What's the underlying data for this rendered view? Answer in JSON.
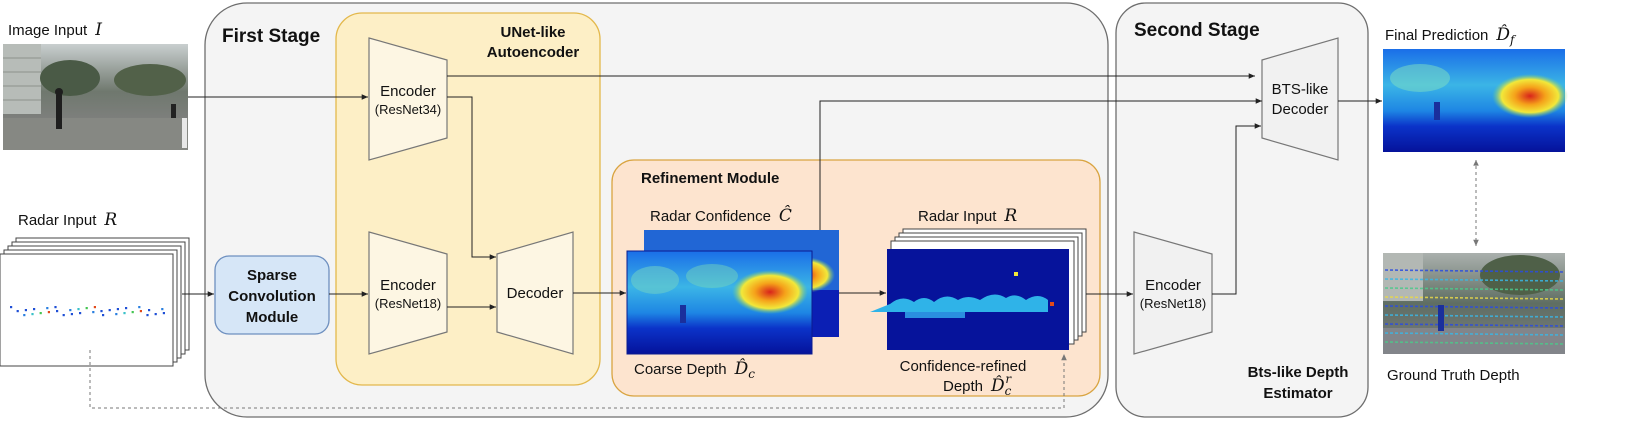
{
  "inputs": {
    "image_label": "Image Input",
    "image_symbol": "I",
    "radar_label": "Radar Input",
    "radar_symbol": "R"
  },
  "first_stage": {
    "title": "First Stage",
    "autoencoder_title_line1": "UNet-like",
    "autoencoder_title_line2": "Autoencoder",
    "encoder_img_line1": "Encoder",
    "encoder_img_line2": "(ResNet34)",
    "encoder_radar_line1": "Encoder",
    "encoder_radar_line2": "(ResNet18)",
    "decoder": "Decoder",
    "sparse_line1": "Sparse",
    "sparse_line2": "Convolution",
    "sparse_line3": "Module",
    "refinement_title": "Refinement Module",
    "radar_confidence_label": "Radar Confidence",
    "radar_confidence_symbol": "Ĉ",
    "coarse_depth_label": "Coarse Depth",
    "coarse_depth_symbol": "D̂",
    "coarse_depth_sub": "c",
    "radar_input_label": "Radar Input",
    "radar_input_symbol": "R",
    "refined_line1": "Confidence-refined",
    "refined_line2": "Depth",
    "refined_symbol": "D̂",
    "refined_sub": "c",
    "refined_sup": "r"
  },
  "second_stage": {
    "title": "Second Stage",
    "bts_line1": "BTS-like",
    "bts_line2": "Decoder",
    "encoder_line1": "Encoder",
    "encoder_line2": "(ResNet18)",
    "estimator_line1": "Bts-like Depth",
    "estimator_line2": "Estimator"
  },
  "outputs": {
    "final_label": "Final Prediction",
    "final_symbol": "D̂",
    "final_sub": "f",
    "gt_label": "Ground Truth Depth"
  },
  "colors": {
    "stage_fill": "#f4f4f4",
    "stage_stroke": "#6e6e6e",
    "autoencoder_fill": "#fdefc6",
    "autoencoder_stroke": "#e3b84c",
    "refinement_fill": "#fde4cf",
    "refinement_stroke": "#d9a441",
    "sparse_fill": "#d6e6f7",
    "sparse_stroke": "#6d8fbf",
    "block_fill": "#f4f4f4",
    "block_stroke": "#777777"
  }
}
